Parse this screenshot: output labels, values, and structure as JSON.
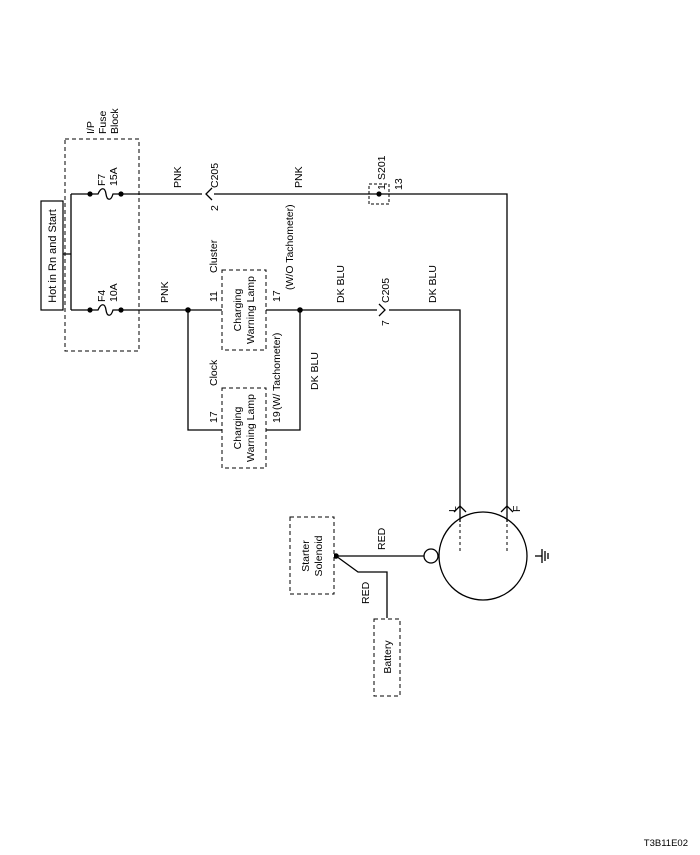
{
  "header": {
    "feed_label": "Hot in Rn and Start"
  },
  "fuse_block": {
    "title_lines": [
      "I/P",
      "Fuse",
      "Block"
    ],
    "fuse_f7": {
      "name": "F7",
      "rating": "15A"
    },
    "fuse_f4": {
      "name": "F4",
      "rating": "10A"
    }
  },
  "wires": {
    "pnk": "PNK",
    "dk_blu": "DK BLU",
    "red": "RED"
  },
  "connectors": {
    "c205": "C205",
    "s201": "S201"
  },
  "pins": {
    "p2": "2",
    "p1": "1",
    "p13": "13",
    "p11": "11",
    "p17": "17",
    "p7": "7",
    "p19": "19"
  },
  "cluster": {
    "label": "Cluster",
    "lamp_lines": [
      "Charging",
      "Warning Lamp"
    ],
    "variant": "(W/O Tachometer)"
  },
  "clock": {
    "label": "Clock",
    "lamp_lines": [
      "Charging",
      "Warning Lamp"
    ],
    "variant": "(W/ Tachometer)"
  },
  "generator": {
    "terminal_l": "L",
    "terminal_f": "F"
  },
  "starter_solenoid": {
    "lines": [
      "Starter",
      "Solenoid"
    ]
  },
  "battery": {
    "label": "Battery"
  },
  "figure_code": "T3B11E02"
}
